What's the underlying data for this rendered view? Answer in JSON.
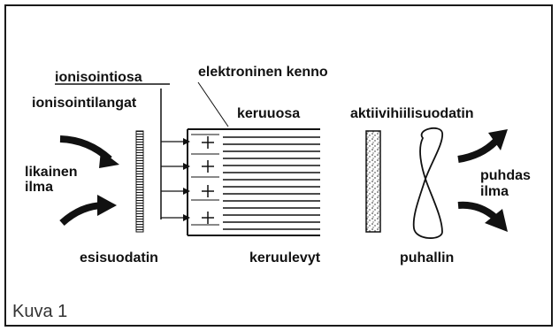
{
  "labels": {
    "ionisation_section": "ionisointiosa",
    "electronic_cell": "elektroninen kenno",
    "ionisation_wires": "ionisointilangat",
    "collector_section": "keruuosa",
    "activated_carbon_filter": "aktiivihiilisuodatin",
    "dirty_air_line1": "likainen",
    "dirty_air_line2": "ilma",
    "clean_air_line1": "puhdas",
    "clean_air_line2": "ilma",
    "prefilter": "esisuodatin",
    "collector_plates": "keruulevyt",
    "fan": "puhallin"
  },
  "caption": "Kuva 1"
}
